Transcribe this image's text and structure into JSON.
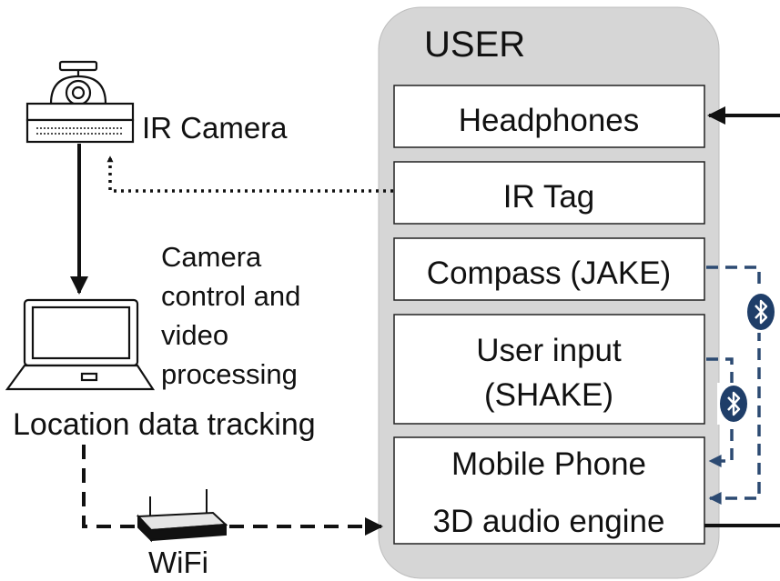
{
  "user_panel": {
    "title": "USER",
    "boxes": {
      "headphones": "Headphones",
      "ir_tag": "IR Tag",
      "compass": "Compass (JAKE)",
      "user_input_line1": "User input",
      "user_input_line2": "(SHAKE)",
      "mobile_phone": "Mobile Phone",
      "audio_engine": "3D audio engine"
    }
  },
  "left_side": {
    "ir_camera_label": "IR Camera",
    "laptop_caption": [
      "Camera",
      "control and",
      "video",
      "processing"
    ],
    "location_label": "Location data tracking",
    "wifi_label": "WiFi"
  },
  "icons": {
    "camera": "ir-camera-icon",
    "laptop": "laptop-icon",
    "router": "wifi-router-icon",
    "bluetooth": "bluetooth-icon"
  },
  "colors": {
    "panel_fill": "#d6d6d6",
    "bluetooth_link": "#2c4a72",
    "bluetooth_badge": "#1f3e69",
    "line": "#111111"
  }
}
